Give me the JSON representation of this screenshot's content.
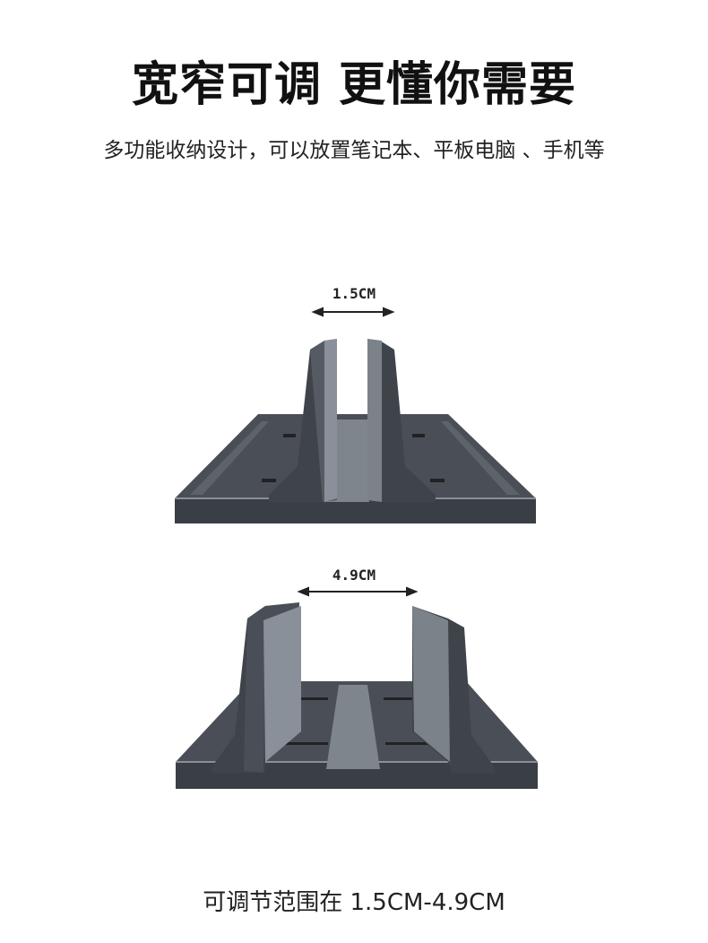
{
  "header": {
    "title": "宽窄可调 更懂你需要",
    "subtitle": "多功能收纳设计，可以放置笔记本、平板电脑 、手机等"
  },
  "stands": [
    {
      "width_label": "1.5CM"
    },
    {
      "width_label": "4.9CM"
    }
  ],
  "footer": {
    "caption": "可调节范围在 1.5CM-4.9CM"
  },
  "colors": {
    "stand_body": "#4a4f57",
    "stand_dark": "#2f3339",
    "stand_highlight": "#8a9099",
    "center_strip": "#7f858c"
  }
}
